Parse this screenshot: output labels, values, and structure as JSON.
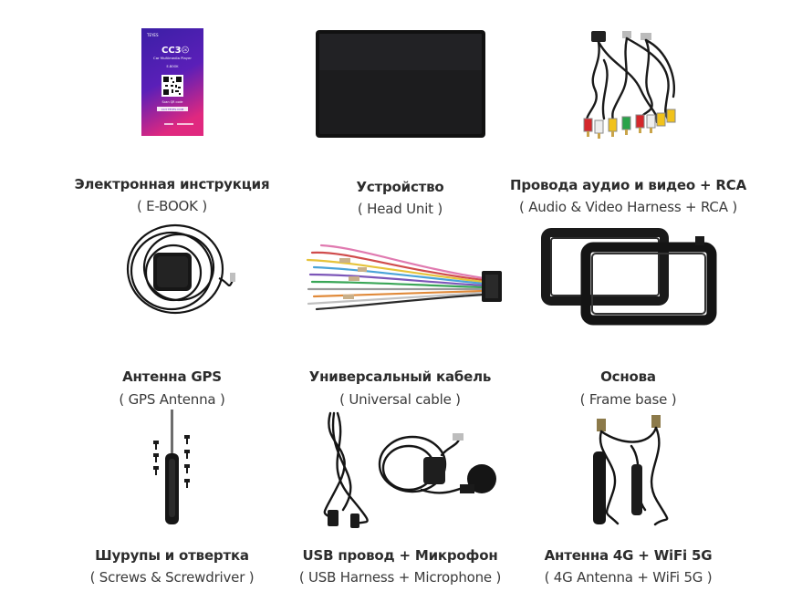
{
  "items": [
    {
      "title": "Электронная инструкция",
      "subtitle": "( E-BOOK )",
      "icon": "ebook-card-icon"
    },
    {
      "title": "Устройство",
      "subtitle": "( Head Unit )",
      "icon": "head-unit-icon"
    },
    {
      "title": "Провода аудио и видео + RCA",
      "subtitle": "( Audio & Video Harness + RCA )",
      "icon": "rca-harness-icon"
    },
    {
      "title": "Антенна GPS",
      "subtitle": "( GPS Antenna )",
      "icon": "gps-antenna-icon"
    },
    {
      "title": "Универсальный кабель",
      "subtitle": "( Universal cable )",
      "icon": "universal-cable-icon"
    },
    {
      "title": "Основа",
      "subtitle": "( Frame base )",
      "icon": "frame-base-icon"
    },
    {
      "title": "Шурупы и отвертка",
      "subtitle": "( Screws & Screwdriver )",
      "icon": "screwdriver-icon"
    },
    {
      "title": "USB провод + Микрофон",
      "subtitle": "( USB Harness + Microphone )",
      "icon": "usb-microphone-icon"
    },
    {
      "title": "Антенна 4G + WiFi 5G",
      "subtitle": "( 4G Antenna + WiFi 5G )",
      "icon": "4g-wifi-antenna-icon"
    }
  ],
  "ebook_card": {
    "brand": "TEYES",
    "model": "CC3",
    "badge": "2K",
    "product": "Car Multimedia Player",
    "label": "E-BOOK",
    "scan_text": "Scan QR code",
    "link_text": "CC3 TEYES.COM"
  },
  "colors": {
    "card_top": "#3b1fa6",
    "card_bottom": "#e0287f",
    "rca_red": "#d4272b",
    "rca_yellow": "#f1c21b",
    "rca_white": "#eeeeee",
    "rca_green": "#2aa34a"
  }
}
